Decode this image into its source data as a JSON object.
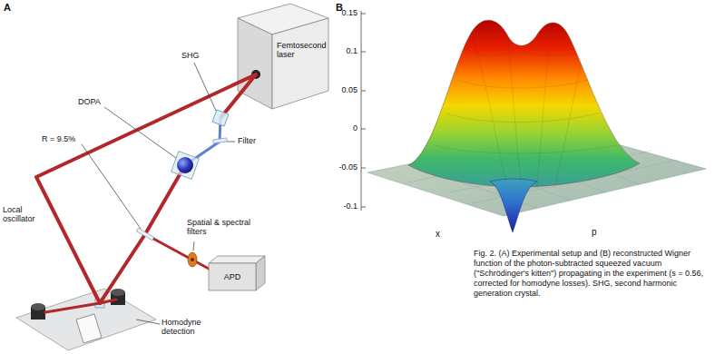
{
  "diagram": {
    "caption": "Fig. 2. (A) Experimental setup and (B) reconstructed Wigner function of the photon-subtracted squeezed vacuum (\"Schrödinger's kitten\") propagating in the experiment (s = 0.56, corrected for homodyne losses). SHG, second harmonic generation crystal.",
    "nodes": [
      {
        "text": [
          "Femtosecond laser"
        ]
      },
      {
        "text": [
          "APD"
        ]
      }
    ],
    "labels": [
      "A",
      "SHG",
      "DOPA",
      "R = 9.5%",
      "Filter",
      "Local oscillator",
      "Spatial & spectral filters",
      "Homodyne detection",
      "B",
      "0.15",
      "0.1",
      "0.05",
      "0",
      "-0.05",
      "-0.1",
      "x",
      "p"
    ]
  }
}
